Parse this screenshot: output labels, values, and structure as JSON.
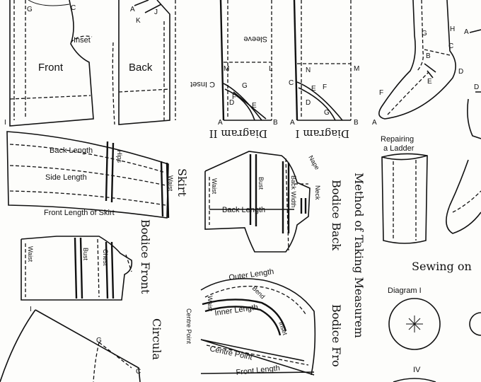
{
  "labels": {
    "front": "Front",
    "back": "Back",
    "inset": "Inset",
    "sleeve": "Sleeve",
    "c_inset": "C Inset",
    "diagram_ii": "Diagram II",
    "diagram_i": "Diagram I",
    "back_length": "Back Length",
    "side_length": "Side Length",
    "front_length_skirt": "Front Length of Skirt",
    "hips": "Hips",
    "waist": "Waist",
    "skirt": "Skirt",
    "bust": "Bust",
    "back_width": "Back Width",
    "nape": "Nape",
    "neck": "Neck",
    "method": "Method of Taking Measurem",
    "bodice_back": "Bodice Back",
    "bodice_front": "Bodice Front",
    "bodice_fro": "Bodice Fro",
    "chest": "Chest",
    "circular": "Circula",
    "outer_length": "Outer Length",
    "inner_length": "Inner Length",
    "bend": "Bend",
    "centre_point": "Centre Point",
    "front_length": "Front Length",
    "repairing": "Repairing",
    "a_ladder": "a Ladder",
    "sewing_on": "Sewing on",
    "diagram_i_btn": "Diagram I",
    "iv": "IV"
  },
  "points": {
    "g": "G",
    "c": "C",
    "a": "A",
    "k": "K",
    "j": "J",
    "i": "I",
    "m": "M",
    "l": "L",
    "n": "N",
    "b": "B",
    "e": "E",
    "f": "F",
    "d": "D",
    "h": "H"
  }
}
